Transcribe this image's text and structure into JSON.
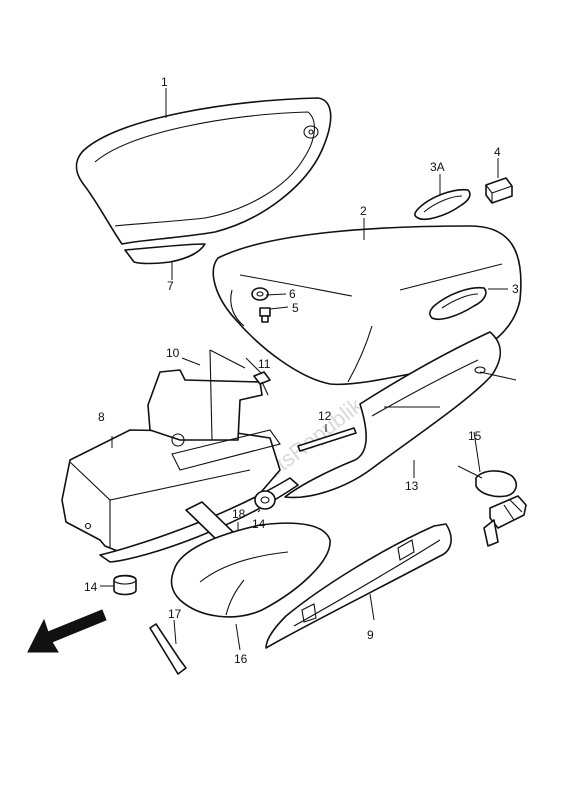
{
  "watermark": "PartsRepublik",
  "callouts": {
    "c1": "1",
    "c2": "2",
    "c3": "3",
    "c3a": "3A",
    "c4": "4",
    "c5": "5",
    "c6": "6",
    "c7": "7",
    "c8": "8",
    "c9": "9",
    "c10": "10",
    "c11": "11",
    "c12": "12",
    "c13": "13",
    "c14a": "14",
    "c14b": "14",
    "c15": "15",
    "c16": "16",
    "c17": "17",
    "c18": "18"
  },
  "icons": {
    "direction_arrow": "front-direction-arrow-icon"
  }
}
